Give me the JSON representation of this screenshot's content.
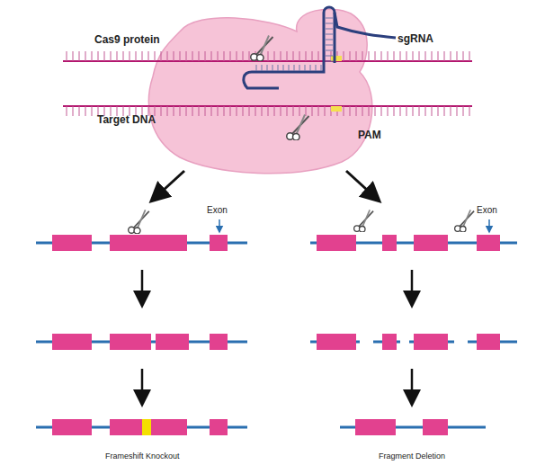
{
  "diagram": {
    "nodes": [
      {
        "text": [
          "Cas9 protein"
        ]
      }
    ],
    "labels": [
      "sgRNA",
      "Target DNA",
      "PAM",
      "Exon",
      "Exon",
      "Frameshift Knockout",
      "Fragment Deletion"
    ]
  }
}
